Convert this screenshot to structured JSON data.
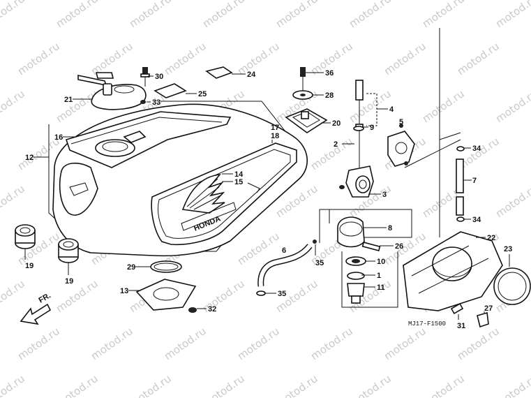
{
  "watermark": "motod.ru",
  "diagram_code": "MJ17-F1500",
  "direction_label": "FR.",
  "tank_brand_text": "HONDA",
  "callouts": [
    "1",
    "2",
    "3",
    "4",
    "5",
    "6",
    "7",
    "8",
    "9",
    "10",
    "11",
    "12",
    "13",
    "14",
    "15",
    "16",
    "17",
    "18",
    "19",
    "19",
    "20",
    "21",
    "22",
    "23",
    "24",
    "25",
    "26",
    "27",
    "28",
    "29",
    "30",
    "31",
    "32",
    "33",
    "34",
    "34",
    "35",
    "35",
    "36"
  ]
}
